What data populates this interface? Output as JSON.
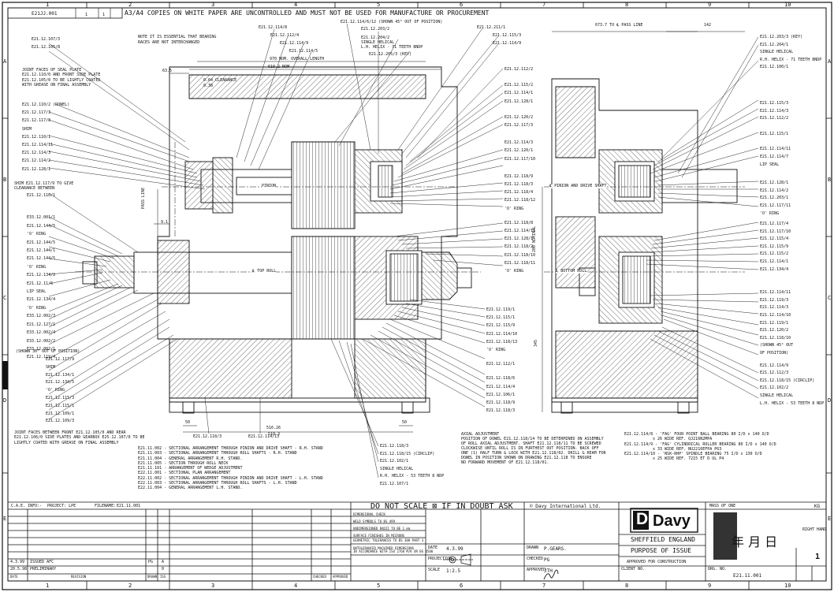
{
  "header": {
    "drawing_no": "E21JJ.001",
    "sheet_cells": [
      "1",
      "1"
    ],
    "notice": "A3/A4 COPIES ON WHITE PAPER ARE UNCONTROLLED AND MUST NOT BE USED FOR MANUFACTURE OR PROCUREMENT"
  },
  "zones": {
    "columns": [
      "1",
      "2",
      "3",
      "4",
      "5",
      "6",
      "7",
      "8",
      "9",
      "10"
    ],
    "rows": [
      "A",
      "B",
      "C",
      "D",
      "E"
    ]
  },
  "notes": {
    "bearing_note": "NOTE IT IS ESSENTIAL THAT BEARING RACES ARE NOT INTERCHANGED",
    "joint_faces_top": "JOINT FACES OF SEAL PLATE E21.12.110/0 AND FRONT SIDE PLATE E21.12.105/0 TO BE LIGHTLY COATED WITH GREASE ON FINAL ASSEMBLY",
    "joint_faces_bottom": "JOINT FACES BETWEEN FRONT E21.12.105/0 AND REAR E21.12.106/0 SIDE PLATES AND GEARBOX E25.12.107/0 TO BE LIGHTLY COATED WITH GREASE ON FINAL ASSEMBLY",
    "shim_note": "SHIM E21.12.117/9 TO GIVE CLEARANCE BETWEEN",
    "axial_adjustment": [
      "AXIAL ADJUSTMENT",
      "POSITION OF DOWEL E21.12.118/14 TO BE DETERMINED ON ASSEMBLY",
      "OF ROLL AXIAL ADJUSTMENT. SHAFT E21.12.118/11 TO BE SCREWED",
      "CLOCKWISE UNTIL ROLL IS IN FURTHEST OUT POSITION. BACK OFF",
      "ONE (1) HALF TURN & LOCK WITH E21.12.118/02. DRILL & REAM FOR",
      "DOWEL IN POSITION SHOWN ON DRAWING E21.12.118 TO ENSURE",
      "NO FORWARD MOVEMENT OF E21.12.118/01."
    ],
    "bearings": [
      "E21.12.114/8 - 'FAG' FOUR POINT BALL BEARING 80 I/D x 140 O/D",
      "x 26 WIDE REF. QJ216N2MPA",
      "E21.12.114/9 - 'FAG' CYLINDRICAL ROLLER BEARING 80 I/D x 140 O/D",
      "x 33 WIDE REF. NU2216EFPA P63",
      "E21.12.114/10 - 'NSK-RHP' SPINDLE BEARING 75 I/D x 130 O/D",
      "x 25 WIDE REF. 7215 ET D UL P4"
    ],
    "references": [
      "E21.11.002 - SECTIONAL ARRANGEMENT THROUGH PINION AND DRIVE SHAFT - R.H. STAND",
      "E21.11.003 - SECTIONAL ARRANGEMENT THROUGH ROLL SHAFTS - R.H. STAND",
      "E21.11.004 - GENERAL ARRANGEMENT R.H. STAND.",
      "E21.11.005 - SECTION THROUGH ROLL NECK",
      "E21.11.101 - ARRANGEMENT OF WEDGE ADJUSTMENT",
      "E22.11.001 - SECTIONAL PLAN ARRANGEMENT",
      "E22.11.002 - SECTIONAL ARRANGEMENT THROUGH PINION AND DRIVE SHAFT - L.H. STAND",
      "E22.11.003 - SECTIONAL ARRANGEMENT THROUGH ROLL SHAFTS - L.H. STAND",
      "E22.11.004 - GENERAL ARRANGEMENT L.H. STAND."
    ]
  },
  "view_labels": {
    "pinion": "PINION",
    "top_roll": "℄ TOP ROLL",
    "pinion_drive_shaft": "℄ PINION AND DRIVE SHAFT",
    "bottom_roll": "℄ BOTTOM ROLL",
    "pass_line": "PASS LINE",
    "pass_line_right": "673.7 TO ℄ PASS LINE",
    "nominal_200": "200 NOMINAL"
  },
  "dimensions": {
    "d63_5": "63.5",
    "clearance": "0.64 CLEARANCE",
    "clearance_lower": "0.38",
    "overall_length": "970 NOM. OVERALL LENGTH",
    "d610_2": "610.2 NOM",
    "d142": "142",
    "d50a": "50",
    "d50b": "50",
    "d516_26": "516.26",
    "d510_3": "510.3",
    "d345": "345",
    "d9_1": "9.1"
  },
  "callouts_left": [
    "E21.12.107/3",
    "E21.12.105/8",
    "E21.12.110/2 (DOWEL)",
    "E21.12.117/3",
    "E21.12.117/8",
    "SHIM",
    "E21.12.110/1",
    "E21.12.114/11",
    "E21.12.114/3",
    "E21.12.114/2",
    "E21.12.128/1",
    "E21.12.110/1",
    "E33.12.001/1",
    "E21.12.144/5",
    "'O' RING",
    "E21.12.144/5",
    "E21.12.144/1",
    "E21.12.144/5",
    "'O' RING",
    "E21.12.134/2",
    "E21.12.11/6",
    "LIP SEAL",
    "E21.12.134/4",
    "'O' RING",
    "E33.12.002/3",
    "E21.12.127/1",
    "E33.12.002/4",
    "E33.12.002/2",
    "E33.12.002/1",
    "E21.12.119/4",
    "(SHOWN 30° OUT OF POSITION)",
    "E21.12.117/9",
    "SHIM",
    "E21.12.134/1",
    "E21.12.134/5",
    "'O' RING",
    "E21.12.115/3",
    "E21.12.115/1",
    "E21.12.109/1",
    "E21.12.109/3"
  ],
  "callouts_top": [
    "E21.12.114/8",
    "E21.12.112/4",
    "E21.12.114/9",
    "E21.12.114/5",
    "E21.12.114/6/12 (SHOWN 45° OUT OF POSITION)",
    "E21.12.203/2",
    "E21.12.204/2",
    "SINGLE HELICAL",
    "L.H. HELIX - 71 TEETH 8NDP",
    "E21.12.205/3 (KEY)",
    "E21.12.211/1",
    "E21.12.115/3",
    "E21.12.114/9"
  ],
  "callouts_center": [
    "E21.12.112/2",
    "E21.12.115/2",
    "E21.12.114/1",
    "E21.12.128/1",
    "E21.12.120/2",
    "E21.12.117/3",
    "E21.12.114/3",
    "E21.12.120/1",
    "E21.12.117/10",
    "E21.12.118/9",
    "E21.12.118/3",
    "E21.12.118/4",
    "E21.12.118/12",
    "'O' RING",
    "E21.12.118/8",
    "E21.12.114/11",
    "E21.12.128/1",
    "E21.12.118/2",
    "E21.12.118/10",
    "E21.12.118/11",
    "'O' RING",
    "E21.12.119/1",
    "E21.12.115/1",
    "E21.12.115/9",
    "E21.12.114/10",
    "E21.12.118/13",
    "'O' RING",
    "E21.12.112/1",
    "E21.12.118/6",
    "E21.12.114/4",
    "E21.12.106/1",
    "E21.12.118/9",
    "E21.12.118/3"
  ],
  "callouts_bottom": [
    "E21.12.118/3",
    "E21.12.114/13",
    "E21.12.118/3",
    "E21.12.118/15 (CIRCLIP)",
    "E21.12.102/1",
    "SINGLE HELICAL",
    "R.H. HELIX - 53 TEETH 8 NDP",
    "E21.12.107/1"
  ],
  "callouts_right": [
    "E21.12.203/3 (KEY)",
    "E21.12.204/1",
    "SINGLE HELICAL",
    "R.H. HELIX - 71 TEETH 8NDP",
    "E21.12.100/1",
    "E21.12.115/3",
    "E21.12.114/3",
    "E21.12.112/2",
    "E21.12.115/1",
    "E21.12.114/11",
    "E21.12.114/7",
    "LIP SEAL",
    "E21.12.128/1",
    "E21.12.114/2",
    "E21.12.203/1",
    "E21.12.117/11",
    "'O' RING",
    "E21.12.117/4",
    "E21.12.117/10",
    "E21.12.115/4",
    "E21.12.115/9",
    "E21.12.115/2",
    "E21.12.114/1",
    "E21.12.134/4",
    "E21.12.114/11",
    "E21.12.119/3",
    "E21.12.114/3",
    "E21.12.114/10",
    "E21.12.119/1",
    "E21.12.120/2",
    "E21.12.118/10",
    "(SHOWN 45° OUT",
    "OF POSITION)",
    "E21.12.114/9",
    "E21.12.112/3",
    "E21.12.118/15 (CIRCLIP)",
    "E21.12.102/2",
    "SINGLE HELICAL",
    "L.H. HELIX - 53 TEETH 8 NDP"
  ],
  "title_block": {
    "cad_info": "C.A.E. INFO:-",
    "project": "PROJECT: LPE",
    "filename_label": "FILENAME:",
    "filename": "E21.11.001",
    "do_not_scale": "DO NOT SCALE ⊠ IF IN DOUBT ASK",
    "copyright": "© Davy International Ltd.",
    "brand": "Davy",
    "location": "SHEFFIELD ENGLAND",
    "purpose_heading": "PURPOSE OF ISSUE",
    "purpose": "APPROVED FOR CONSTRUCTION",
    "date_label": "DATE",
    "date": "4.3.99",
    "drawn_label": "DRAWN",
    "drawn": "P.GEARS.",
    "checked_label": "CHECKED",
    "checked": "PG",
    "approved_label": "APPROVED",
    "approved": "JTH",
    "projection_label": "PROJECTION",
    "scale_label": "SCALE",
    "scale": "1:2.5",
    "drawing_no_label": "DRG. NO.",
    "drawing_no": "E21.11.001",
    "issue": "1",
    "client_label": "CLIENT NO.",
    "kg": "KG",
    "mass_label": "MASS OF ONE",
    "hand_note": "RIGHT HAND",
    "stamp_chars": "年 月 日",
    "tolerance_rows": [
      "DIMENSIONAL CHECK",
      "WELD SYMBOLS TO BS 499",
      "UNDIMENSIONED RADII TO BE 1 mm",
      "SURFACE FINISHES IN MICRONS",
      "GEOMETRIC TOLERANCES TO BS 308 PART 3",
      "UNTOLERANCED MACHINED DIMENSIONS",
      "IN ACCORDANCE WITH ISO 2768 M/K OR BS 4500"
    ],
    "revisions": [
      {
        "date": "4.3.99",
        "description": "ISSUED AFC",
        "by": "PG",
        "issue": "A"
      },
      {
        "date": "20.5.98",
        "description": "PRELIMINARY",
        "by": "",
        "issue": "0"
      }
    ],
    "revision_headers": [
      "DATE",
      "REVISION",
      "DRAWN",
      "ISS",
      "CHECKED",
      "APPROVED"
    ]
  }
}
